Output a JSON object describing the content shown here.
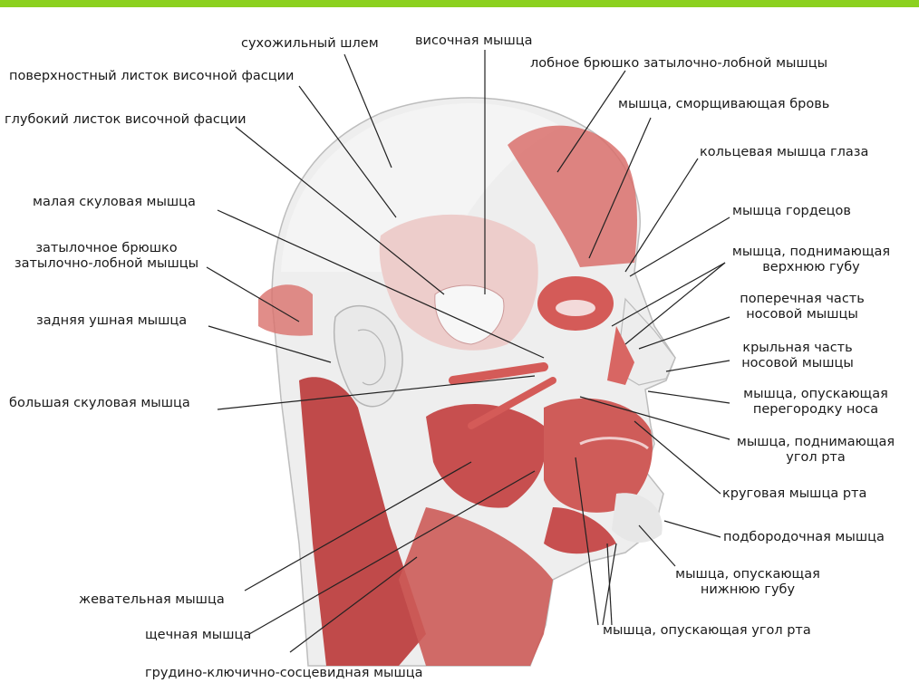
{
  "colors": {
    "accent_bar": "#8cd11f",
    "muscle": "#c74f4f",
    "muscle_light": "#e59a95",
    "tendon": "#ececec",
    "leader": "#222222"
  },
  "labels": {
    "aponeurosis": "сухожильный шлем",
    "temporalis": "височная мышца",
    "superficial_temporal_fascia": "поверхностный листок височной фасции",
    "frontal_belly": "лобное брюшко затылочно-лобной мышцы",
    "deep_temporal_fascia": "глубокий листок височной фасции",
    "corrugator": "мышца, сморщивающая бровь",
    "orbicularis_oculi": "кольцевая мышца глаза",
    "zygomaticus_minor": "малая скуловая мышца",
    "procerus": "мышца гордецов",
    "occipital_belly_1": "затылочное брюшко",
    "occipital_belly_2": "затылочно-лобной мышцы",
    "levator_labii_1": "мышца, поднимающая",
    "levator_labii_2": "верхнюю губу",
    "nasalis_transverse_1": "поперечная часть",
    "nasalis_transverse_2": "носовой мышцы",
    "posterior_auricular": "задняя ушная мышца",
    "nasalis_alar_1": "крыльная часть",
    "nasalis_alar_2": "носовой мышцы",
    "zygomaticus_major": "большая скуловая мышца",
    "depressor_septi_1": "мышца, опускающая",
    "depressor_septi_2": "перегородку носа",
    "levator_anguli_1": "мышца, поднимающая",
    "levator_anguli_2": "угол рта",
    "orbicularis_oris": "круговая мышца рта",
    "mentalis": "подбородочная мышца",
    "depressor_labii_1": "мышца, опускающая",
    "depressor_labii_2": "нижнюю губу",
    "masseter": "жевательная мышца",
    "buccinator": "щечная мышца",
    "depressor_anguli": "мышца, опускающая угол рта",
    "sternocleidomastoid": "грудино-ключично-сосцевидная мышца"
  }
}
